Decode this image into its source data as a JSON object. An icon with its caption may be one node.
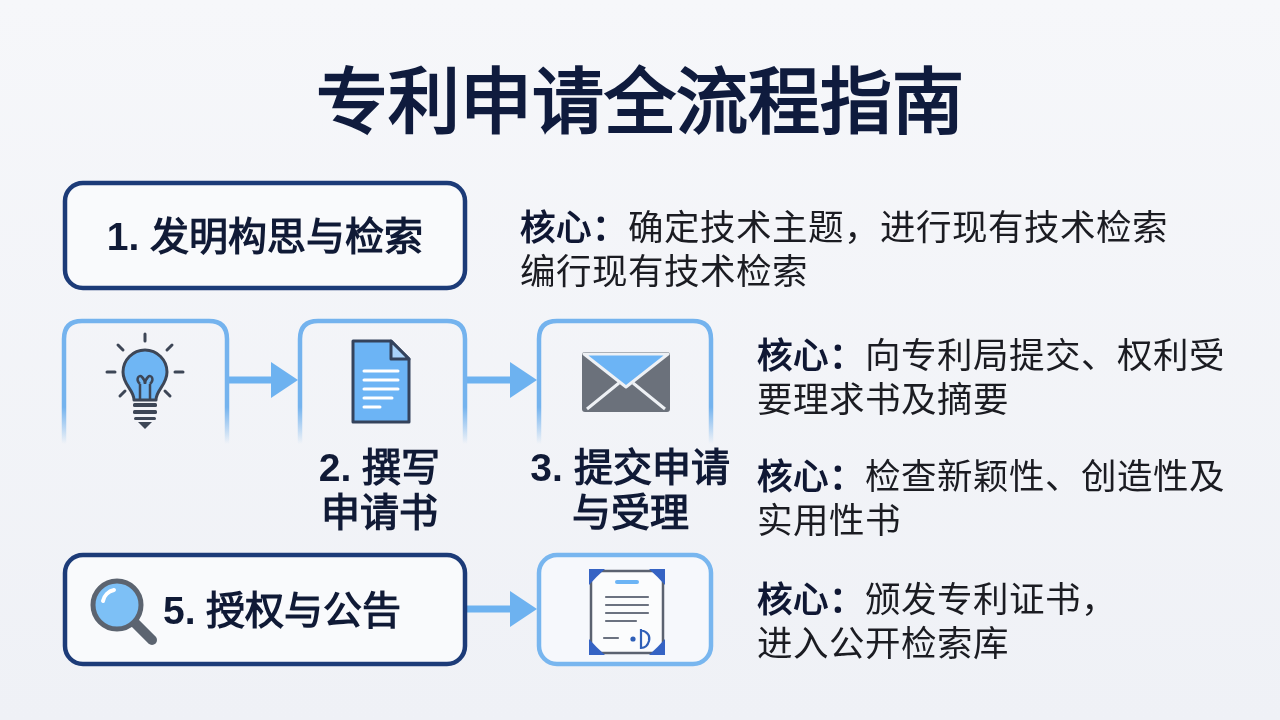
{
  "diagram": {
    "title": "专利申请全流程指南",
    "nodes": [
      {
        "text": [
          "1. 发明构思与检索"
        ]
      },
      {
        "text": [],
        "shape": "box"
      },
      {
        "text": [
          "2. 撰写申请书"
        ]
      },
      {
        "text": [
          "3. 提交申请与受理"
        ],
        "beside": [
          "**核心：**向专利局提交、权利受要理求书及摘要"
        ]
      },
      {
        "text": [
          "5. 授权与公告"
        ]
      },
      {
        "text": [],
        "shape": "box",
        "beside": [
          "**核心：**颁发专利证书，进入公开检索库"
        ]
      }
    ],
    "edges": [
      {
        "from": 1,
        "to": 2,
        "arrow": "to"
      },
      {
        "from": 2,
        "to": 3,
        "arrow": "to"
      },
      {
        "from": 4,
        "to": 5,
        "arrow": "to"
      }
    ],
    "labels": [
      "**核心：**确定技术主题，进行现有技术检索编行现有技术检索",
      "**核心：**检查新颖性、创造性及实用性书"
    ]
  }
}
